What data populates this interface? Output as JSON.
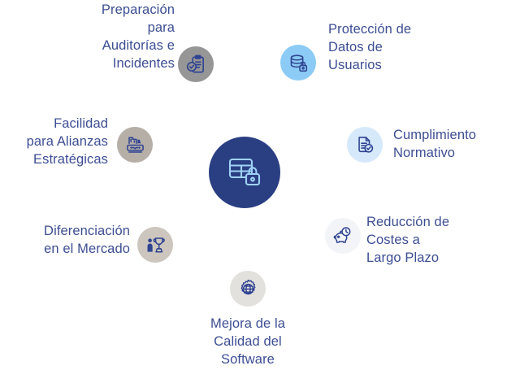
{
  "diagram": {
    "type": "hub-and-spoke",
    "center": {
      "icon": "database-table-lock-icon",
      "circle_color": "#2A3E82",
      "icon_color": "#9FD2F5"
    },
    "text_color": "#3D4E93",
    "background_color": "#FFFFFF",
    "nodes": [
      {
        "id": "auditorias",
        "label": "Preparación\npara\nAuditorías e\nIncidentes",
        "icon": "clipboard-check-icon",
        "circle_color": "#969696",
        "icon_color": "#2F4391",
        "align": "right"
      },
      {
        "id": "proteccion-datos",
        "label": "Protección de\nDatos de\nUsuarios",
        "icon": "database-lock-icon",
        "circle_color": "#8CCBF5",
        "icon_color": "#2F4391",
        "align": "left"
      },
      {
        "id": "cumplimiento",
        "label": "Cumplimiento\nNormativo",
        "icon": "document-check-icon",
        "circle_color": "#D6E9FA",
        "icon_color": "#2F4391",
        "align": "left"
      },
      {
        "id": "costes",
        "label": "Reducción de\nCostes a\nLargo Plazo",
        "icon": "piggy-bank-clock-icon",
        "circle_color": "#F2F4F7",
        "icon_color": "#2F4391",
        "align": "left"
      },
      {
        "id": "calidad-software",
        "label": "Mejora de la\nCalidad del\nSoftware",
        "icon": "gear-globe-icon",
        "circle_color": "#E3E1DD",
        "icon_color": "#2F4391",
        "align": "center"
      },
      {
        "id": "diferenciacion",
        "label": "Diferenciación\nen el Mercado",
        "icon": "person-trophy-icon",
        "circle_color": "#CCC6BE",
        "icon_color": "#2F4391",
        "align": "right"
      },
      {
        "id": "alianzas",
        "label": "Facilidad\npara Alianzas\nEstratégicas",
        "icon": "handshake-partnership-icon",
        "circle_color": "#B5AFA8",
        "icon_color": "#2F4391",
        "align": "right"
      }
    ]
  }
}
